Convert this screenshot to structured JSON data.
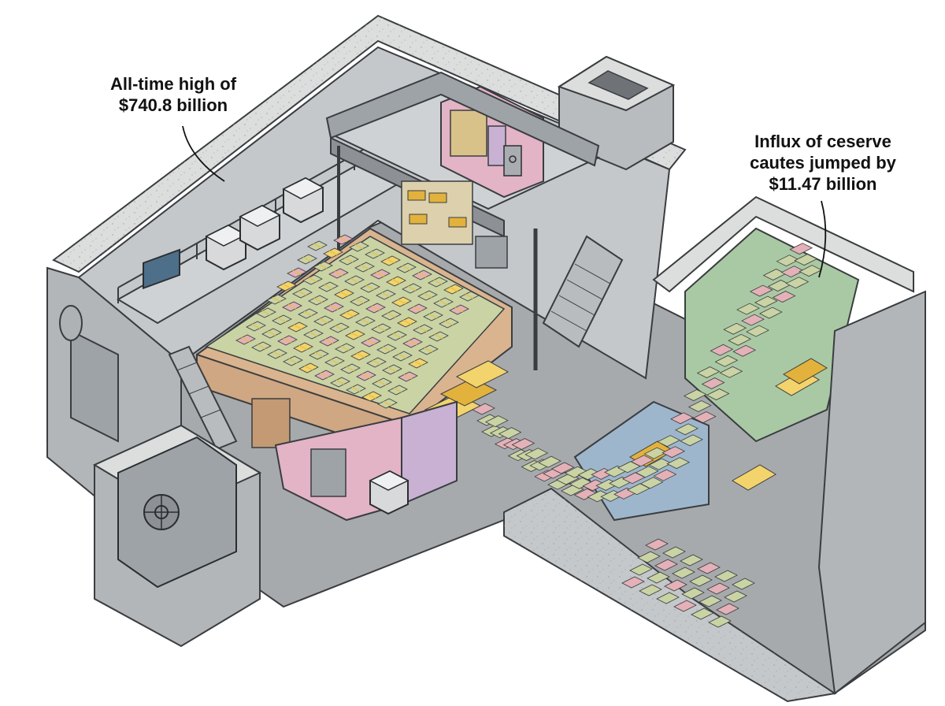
{
  "callouts": {
    "left": {
      "lines": [
        "All-time high of",
        "$740.8 billion"
      ]
    },
    "right": {
      "lines": [
        "Influx of ceserve",
        "cautes jumped by",
        "$11.47 billion"
      ]
    }
  },
  "colors": {
    "background": "#ffffff",
    "concrete": "#b9bcbf",
    "concrete_top": "#dcdedd",
    "concrete_shade": "#8d9195",
    "outline": "#3a3d40",
    "room_tan": "#d9b48f",
    "room_pink": "#e3b3c6",
    "room_purple": "#c8b1d3",
    "room_green": "#a9c9a4",
    "room_blue": "#9db6cc",
    "cash_green": "#c9d3a4",
    "cash_pink": "#e3b1b7",
    "cash_band": "#e4c34a",
    "gold": "#e2b23c",
    "gold_light": "#f3d36b"
  },
  "icons": {
    "vault_door": "vault-door-icon",
    "counting_machine": "cash-counting-machine-icon",
    "monitor": "monitor-icon",
    "safe": "safe-icon",
    "staircase": "staircase-icon"
  }
}
